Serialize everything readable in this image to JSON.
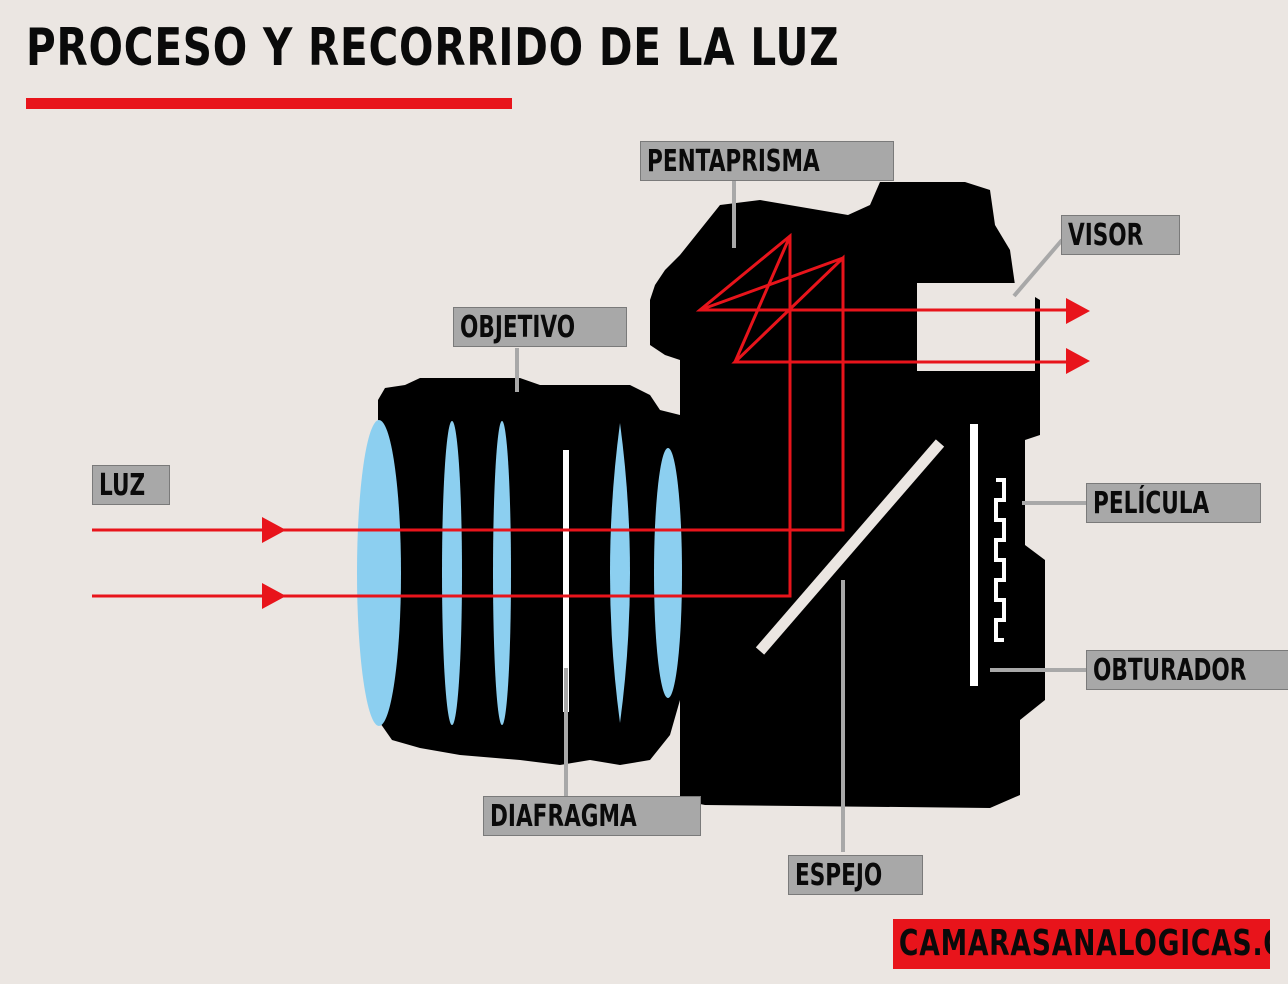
{
  "title": "PROCESO Y RECORRIDO DE LA LUZ",
  "labels": {
    "pentaprisma": "PENTAPRISMA",
    "visor": "VISOR",
    "objetivo": "OBJETIVO",
    "luz": "LUZ",
    "pelicula": "PELÍCULA",
    "obturador": "OBTURADOR",
    "diafragma": "DIAFRAGMA",
    "espejo": "ESPEJO"
  },
  "brand": "CAMARASANALOGICAS.COM",
  "colors": {
    "background": "#ebe6e2",
    "accent_red": "#e8141b",
    "lens_blue": "#8ccff0",
    "camera_body": "#000000",
    "label_gray": "#a8a8a8"
  }
}
